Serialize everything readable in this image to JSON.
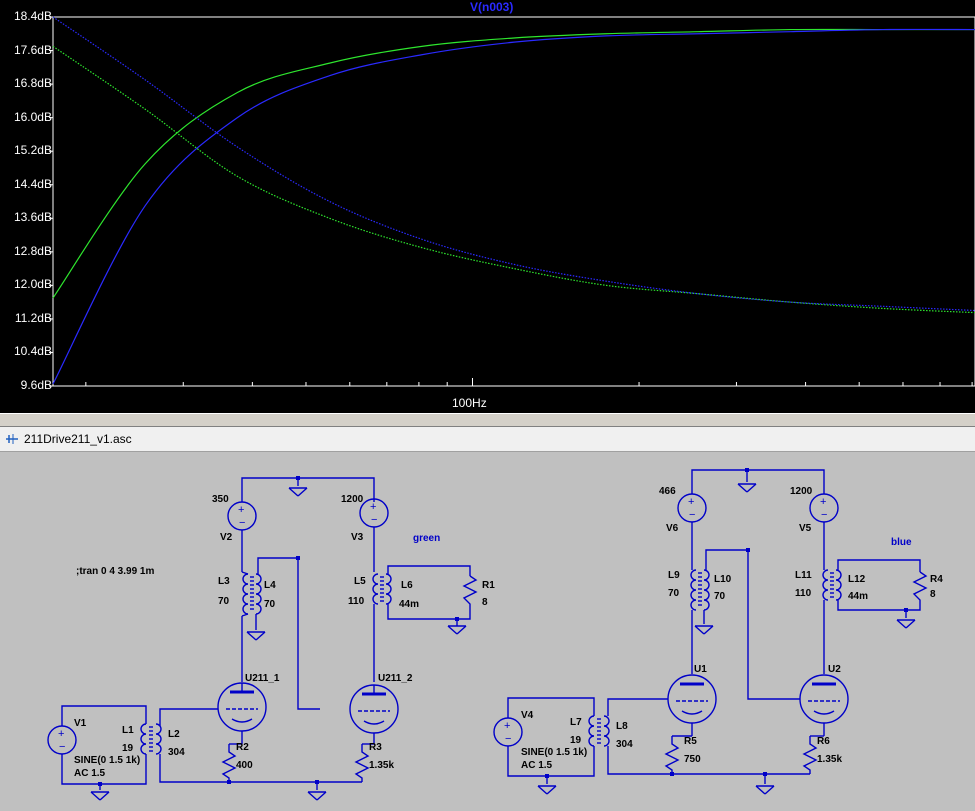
{
  "plot": {
    "trace_name": "V(n003)",
    "x_tick_label": "100Hz",
    "y_ticks": [
      "18.4dB",
      "17.6dB",
      "16.8dB",
      "16.0dB",
      "15.2dB",
      "14.4dB",
      "13.6dB",
      "12.8dB",
      "12.0dB",
      "11.2dB",
      "10.4dB",
      "9.6dB"
    ],
    "colors": {
      "green": "#2ee62e",
      "blue": "#2a2aff",
      "background": "#000000"
    }
  },
  "chart_data": {
    "type": "line",
    "title": "V(n003)",
    "xlabel": "",
    "ylabel": "",
    "x_scale": "log",
    "x_tick": "100Hz",
    "ylim": [
      9.6,
      18.4
    ],
    "grid": true,
    "series": [
      {
        "color": "#2ee62e",
        "kind": "magnitude",
        "x": [
          0,
          0.1,
          0.2,
          0.3,
          0.4,
          0.5,
          0.6,
          0.7,
          0.8,
          0.9,
          1.0
        ],
        "values": [
          11.7,
          14.9,
          16.6,
          17.3,
          17.7,
          17.9,
          18.0,
          18.05,
          18.1,
          18.1,
          18.1
        ]
      },
      {
        "color": "#2a2aff",
        "kind": "magnitude",
        "x": [
          0,
          0.1,
          0.2,
          0.3,
          0.4,
          0.5,
          0.6,
          0.7,
          0.8,
          0.9,
          1.0
        ],
        "values": [
          9.65,
          13.9,
          16.0,
          17.0,
          17.5,
          17.8,
          17.95,
          18.0,
          18.05,
          18.1,
          18.1
        ]
      },
      {
        "color": "#2ee62e",
        "kind": "phase-dotted",
        "x": [
          0,
          0.1,
          0.2,
          0.3,
          0.4,
          0.5,
          0.6,
          0.7,
          0.8,
          0.9,
          1.0
        ],
        "values": [
          17.7,
          16.2,
          14.6,
          13.6,
          12.9,
          12.4,
          12.0,
          11.8,
          11.6,
          11.45,
          11.35
        ]
      },
      {
        "color": "#2a2aff",
        "kind": "phase-dotted",
        "x": [
          0,
          0.1,
          0.2,
          0.3,
          0.4,
          0.5,
          0.6,
          0.7,
          0.8,
          0.9,
          1.0
        ],
        "values": [
          18.4,
          16.9,
          15.3,
          14.0,
          13.1,
          12.5,
          12.1,
          11.8,
          11.6,
          11.5,
          11.4
        ]
      }
    ]
  },
  "window": {
    "title": "211Drive211_v1.asc"
  },
  "schematic": {
    "directive": ";tran 0 4 3.99 1m",
    "labels": {
      "green": "green",
      "blue": "blue",
      "v2_val": "350",
      "v2": "V2",
      "v3_val": "1200",
      "v3": "V3",
      "v6_val": "466",
      "v6": "V6",
      "v5_val": "1200",
      "v5": "V5",
      "l3": "L3",
      "l3_val": "70",
      "l4": "L4",
      "l4_val": "70",
      "l5": "L5",
      "l5_val": "110",
      "l6": "L6",
      "l6_val": "44m",
      "r1": "R1",
      "r1_val": "8",
      "l9": "L9",
      "l9_val": "70",
      "l10": "L10",
      "l10_val": "70",
      "l11": "L11",
      "l11_val": "110",
      "l12": "L12",
      "l12_val": "44m",
      "r4": "R4",
      "r4_val": "8",
      "u211_1": "U211_1",
      "u211_2": "U211_2",
      "u1": "U1",
      "u2": "U2",
      "v1": "V1",
      "v1_src": "SINE(0 1.5 1k)",
      "v1_ac": "AC 1.5",
      "l1": "L1",
      "l1_val": "19",
      "l2": "L2",
      "l2_val": "304",
      "r2": "R2",
      "r2_val": "400",
      "r3": "R3",
      "r3_val": "1.35k",
      "v4": "V4",
      "v4_src": "SINE(0 1.5 1k)",
      "v4_ac": "AC 1.5",
      "l7": "L7",
      "l7_val": "19",
      "l8": "L8",
      "l8_val": "304",
      "r5": "R5",
      "r5_val": "750",
      "r6": "R6",
      "r6_val": "1.35k"
    }
  }
}
